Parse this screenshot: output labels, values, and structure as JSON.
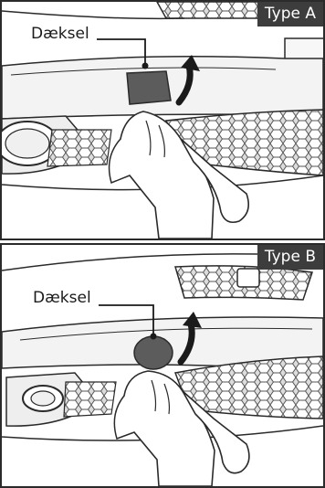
{
  "panel_a": {
    "type_label": "Type A",
    "callout_label": "Dæksel"
  },
  "panel_b": {
    "type_label": "Type B",
    "callout_label": "Dæksel"
  },
  "colors": {
    "bumper_fill": "#f3f3f3",
    "line": "#2a2a2a",
    "cover_fill": "#5c5c5c",
    "grille_fill": "#d9d9d9",
    "tag_fill": "#3d3d3d"
  }
}
